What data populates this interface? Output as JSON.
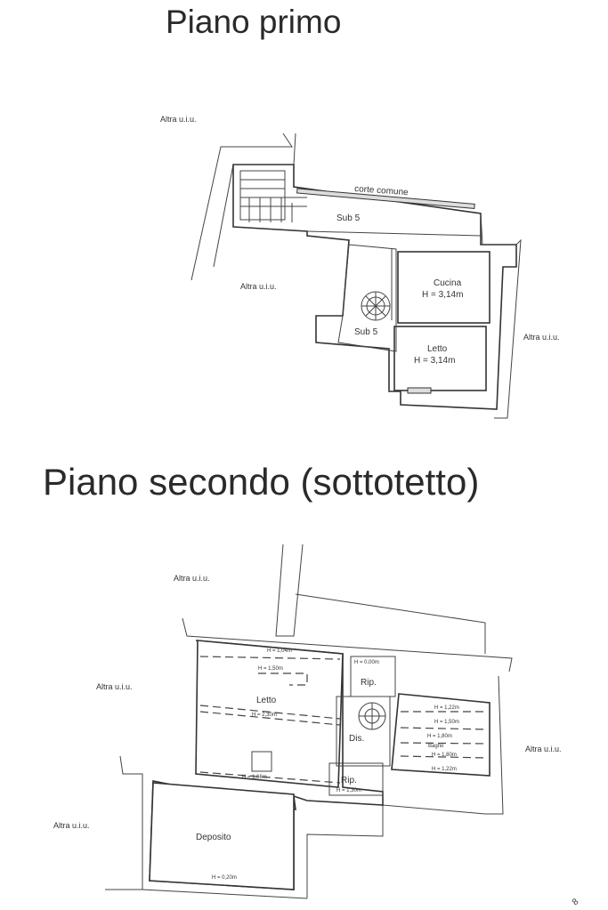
{
  "titles": {
    "floor1": "Piano primo",
    "floor2": "Piano secondo (sottotetto)"
  },
  "floor1": {
    "labels": {
      "altra_nw": "Altra u.i.u.",
      "altra_w": "Altra u.i.u.",
      "altra_e": "Altra u.i.u.",
      "corte": "corte comune",
      "sub5_top": "Sub 5",
      "sub5_mid": "Sub 5",
      "cucina_name": "Cucina",
      "cucina_h": "H = 3,14m",
      "letto_name": "Letto",
      "letto_h": "H = 3,14m"
    }
  },
  "floor2": {
    "labels": {
      "altra_n": "Altra u.i.u.",
      "altra_w": "Altra u.i.u.",
      "altra_sw": "Altra u.i.u.",
      "altra_e": "Altra u.i.u.",
      "letto": "Letto",
      "rip1": "Rip.",
      "rip2": "Rip.",
      "dis": "Dis.",
      "bagno": "Bagno",
      "deposito": "Deposito"
    },
    "heights": {
      "h1": "H = 1,04m",
      "h2": "H = 1,50m",
      "h3": "H = 2,30m",
      "h4": "H = 1,66m",
      "h5": "H = 0,00m",
      "h6": "H = 1,30m",
      "h7": "H = 1,22m",
      "h8": "H = 1,50m",
      "h9": "H = 1,80m",
      "h10": "H = 1,80m",
      "h11": "H = 1,22m",
      "h12": "H = 0,20m"
    }
  },
  "corner_mark": "8"
}
